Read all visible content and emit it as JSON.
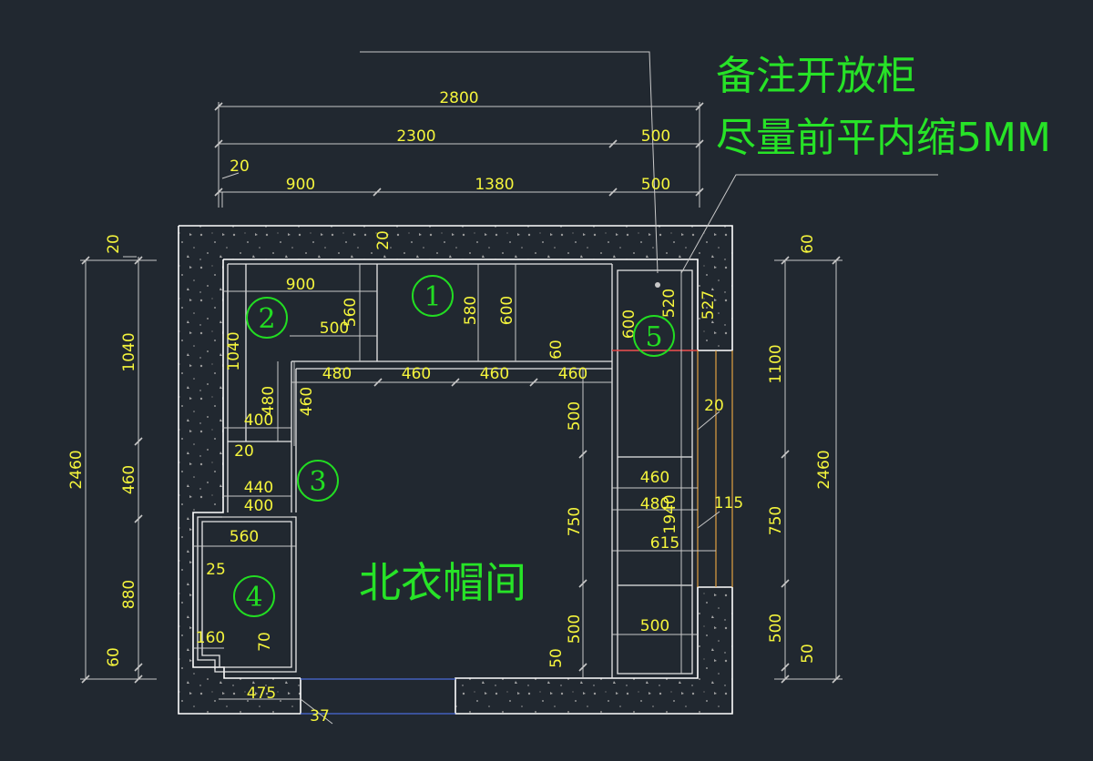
{
  "note": {
    "line1": "备注开放柜",
    "line2": "尽量前平内缩5MM"
  },
  "room_name": "北衣帽间",
  "cabinet_labels": [
    "①",
    "②",
    "③",
    "④",
    "⑤"
  ],
  "dimensions": {
    "top_total": "2800",
    "top_row2_left": "2300",
    "top_row2_right": "500",
    "top_row3_offset": "20",
    "top_row3_a": "900",
    "top_row3_b": "1380",
    "top_row3_c": "500",
    "left_total": "2460",
    "left_top_offset": "20",
    "left_a": "1040",
    "left_b": "460",
    "left_c": "880",
    "left_d": "60",
    "right_total": "2460",
    "right_top_offset": "60",
    "right_a": "1100",
    "right_b": "750",
    "right_c": "500",
    "right_d": "50",
    "c2_width": "900",
    "c2_depth": "560",
    "c2_inner": "500",
    "c2_offset": "20",
    "c2_height": "1040",
    "c2_480": "480",
    "c2_400": "400",
    "c2_20": "20",
    "c1_580": "580",
    "c1_600": "600",
    "c1_60": "60",
    "run_480": "480",
    "run_460a": "460",
    "run_460b": "460",
    "run_460c": "460",
    "c3_460": "460",
    "c3_440": "440",
    "c3_400": "400",
    "c4_560": "560",
    "c4_25": "25",
    "c4_160": "160",
    "c4_70": "70",
    "bottom_475": "475",
    "bottom_37": "37",
    "c5_600": "600",
    "c5_520": "520",
    "c5_527": "527",
    "c5_20": "20",
    "c5_460": "460",
    "c5_480": "480",
    "c5_1940": "1940",
    "c5_115": "115",
    "c5_615": "615",
    "c5_500": "500",
    "inner_500": "500",
    "inner_750": "750",
    "inner_500b": "500",
    "inner_50": "50"
  }
}
